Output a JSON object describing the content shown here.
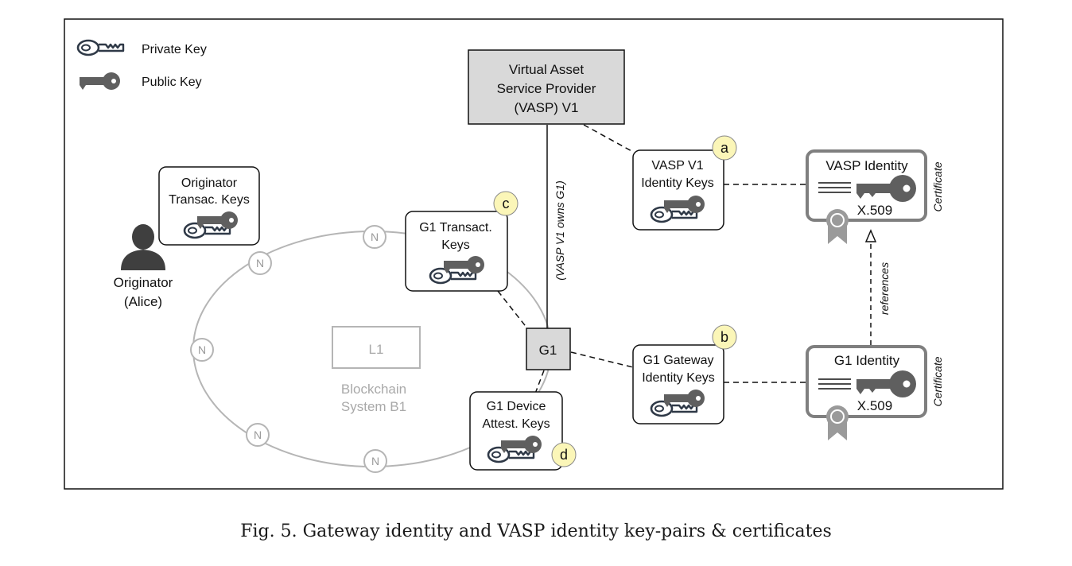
{
  "legend": {
    "private_key": "Private Key",
    "public_key": "Public Key"
  },
  "vasp_box": {
    "line1": "Virtual Asset",
    "line2": "Service Provider",
    "line3": "(VASP) V1"
  },
  "ownership_label": "(VASP V1 owns G1)",
  "originator": {
    "keys_line1": "Originator",
    "keys_line2": "Transac. Keys",
    "person_line1": "Originator",
    "person_line2": "(Alice)"
  },
  "blockchain": {
    "node_label": "N",
    "ledger_label": "L1",
    "system_line1": "Blockchain",
    "system_line2": "System B1"
  },
  "gateway": {
    "label": "G1"
  },
  "key_boxes": {
    "g1_transact": {
      "line1": "G1 Transact.",
      "line2": "Keys",
      "badge": "c"
    },
    "g1_device": {
      "line1": "G1 Device",
      "line2": "Attest. Keys",
      "badge": "d"
    },
    "vasp_identity_keys": {
      "line1": "VASP V1",
      "line2": "Identity Keys",
      "badge": "a"
    },
    "g1_gateway_keys": {
      "line1": "G1 Gateway",
      "line2": "Identity Keys",
      "badge": "b"
    }
  },
  "certificates": {
    "vasp": {
      "title": "VASP Identity",
      "format": "X.509",
      "side_label": "Certificate"
    },
    "g1": {
      "title": "G1 Identity",
      "format": "X.509",
      "side_label": "Certificate"
    }
  },
  "references_label": "references",
  "caption": "Fig. 5.  Gateway identity and VASP identity key-pairs & certificates",
  "colors": {
    "badge_fill": "#fbf6b8",
    "box_gray": "#d9d9d9",
    "ring_gray": "#b5b5b5",
    "key_gray": "#5f5f5f",
    "cert_border": "#7f7f7f"
  },
  "icons": {
    "private_key": "private-key-icon",
    "public_key": "public-key-icon",
    "person": "person-icon",
    "certificate_seal": "certificate-seal-icon"
  }
}
